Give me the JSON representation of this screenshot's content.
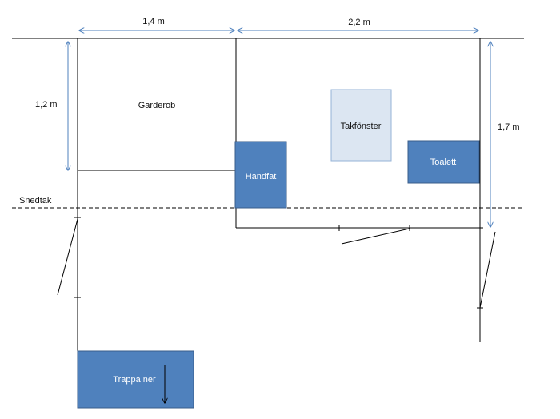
{
  "colors": {
    "box_fill": "#4f81bd",
    "box_stroke": "#385d8a",
    "skylight_fill": "#dce6f2",
    "skylight_stroke": "#95b3d7",
    "dimension": "#4f81bd",
    "wall": "#000000"
  },
  "dimensions": {
    "width_left": "1,4 m",
    "width_right": "2,2 m",
    "height_left": "1,2 m",
    "height_right": "1,7 m"
  },
  "labels": {
    "garderob": "Garderob",
    "snedtak": "Snedtak"
  },
  "fixtures": {
    "takfonster": "Takfönster",
    "handfat": "Handfat",
    "toalett": "Toalett",
    "trappa": "Trappa ner"
  },
  "icons": {
    "stair_direction": "arrow-down-icon"
  }
}
